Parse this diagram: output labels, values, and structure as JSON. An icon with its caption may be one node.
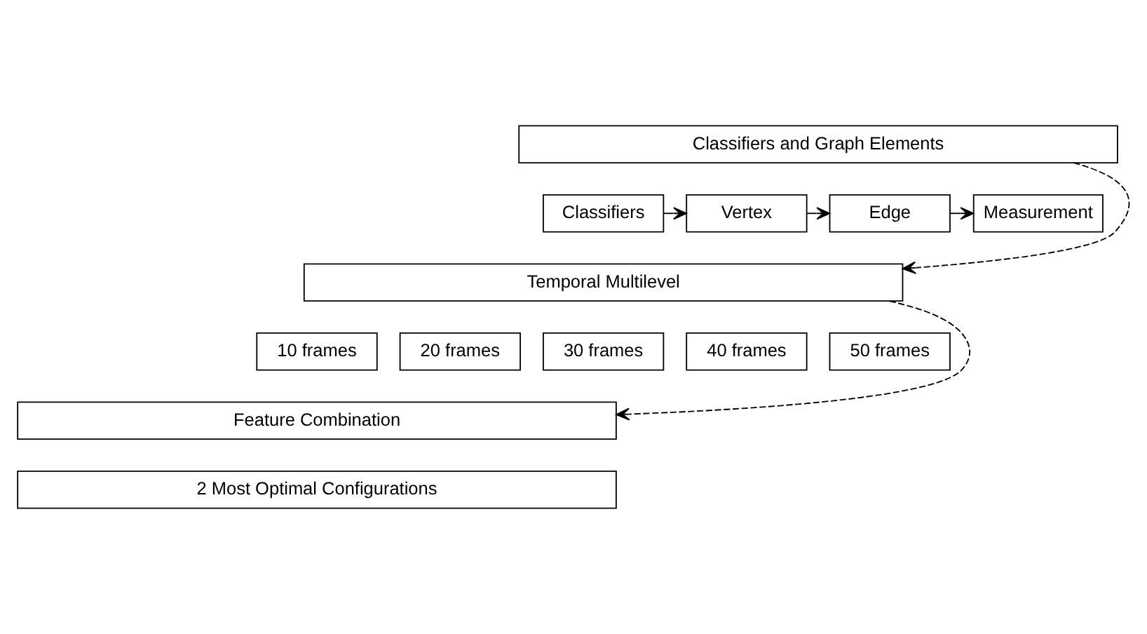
{
  "diagram": {
    "nodes": [
      {
        "text": [
          "Classifiers and Graph Elements"
        ]
      },
      {
        "text": [
          "Classifiers"
        ]
      },
      {
        "text": [
          "Vertex"
        ]
      },
      {
        "text": [
          "Edge"
        ]
      },
      {
        "text": [
          "Measurement"
        ]
      },
      {
        "text": [
          "Temporal Multilevel"
        ]
      },
      {
        "text": [
          "10 frames"
        ]
      },
      {
        "text": [
          "20 frames"
        ]
      },
      {
        "text": [
          "30 frames"
        ]
      },
      {
        "text": [
          "40 frames"
        ]
      },
      {
        "text": [
          "50 frames"
        ]
      },
      {
        "text": [
          "Feature Combination"
        ]
      },
      {
        "text": [
          "2 Most Optimal Configurations"
        ]
      }
    ],
    "edges": [
      {
        "from": 1,
        "to": 2,
        "arrow": "to"
      },
      {
        "from": 2,
        "to": 3,
        "arrow": "to"
      },
      {
        "from": 3,
        "to": 4,
        "arrow": "to"
      },
      {
        "from": 0,
        "to": 5,
        "arrow": "to",
        "style": "dashed"
      },
      {
        "from": 5,
        "to": 11,
        "arrow": "to",
        "style": "dashed"
      }
    ]
  }
}
